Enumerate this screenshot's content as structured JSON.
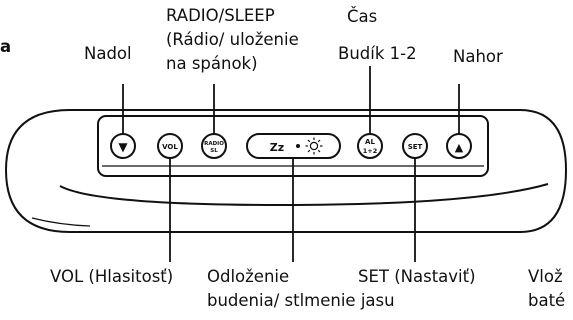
{
  "labels": {
    "nadol": "Nadol",
    "radio_sleep": [
      "RADIO/SLEEP",
      "(Rádio/ uloženie",
      "na spánok)"
    ],
    "cas": "Čas",
    "budik": "Budík 1-2",
    "nahor": "Nahor",
    "vol": "VOL (Hlasitosť)",
    "odlozenie": [
      "Odloženie",
      "budenia/ stlmenie jasu"
    ],
    "set": "SET (Nastaviť)",
    "vloz": [
      "Vlož",
      "baté"
    ],
    "page_letter": "a"
  },
  "buttons": {
    "down_icon": "▼",
    "vol": "VOL",
    "radio_sl": [
      "RADIO",
      "SL"
    ],
    "snooze": "Zz",
    "alarm": [
      "AL",
      "1+2"
    ],
    "set": "SET",
    "up_icon": "▲"
  }
}
